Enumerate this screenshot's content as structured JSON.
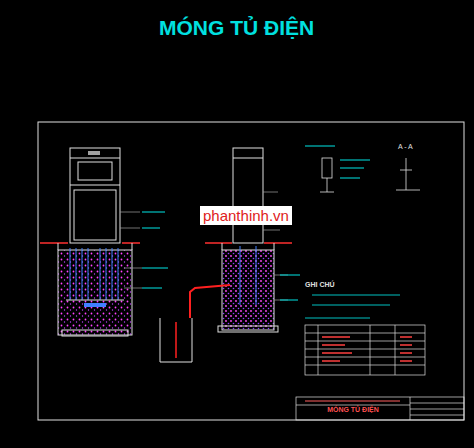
{
  "diagram": {
    "title": "MÓNG TỦ ĐIỆN",
    "nodes": [
      {
        "text": [
          "MÓNG TỦ ĐIỆN"
        ]
      }
    ],
    "labels": [
      "phanthinh.vn",
      "A - A",
      "GHI CHÚ"
    ]
  }
}
